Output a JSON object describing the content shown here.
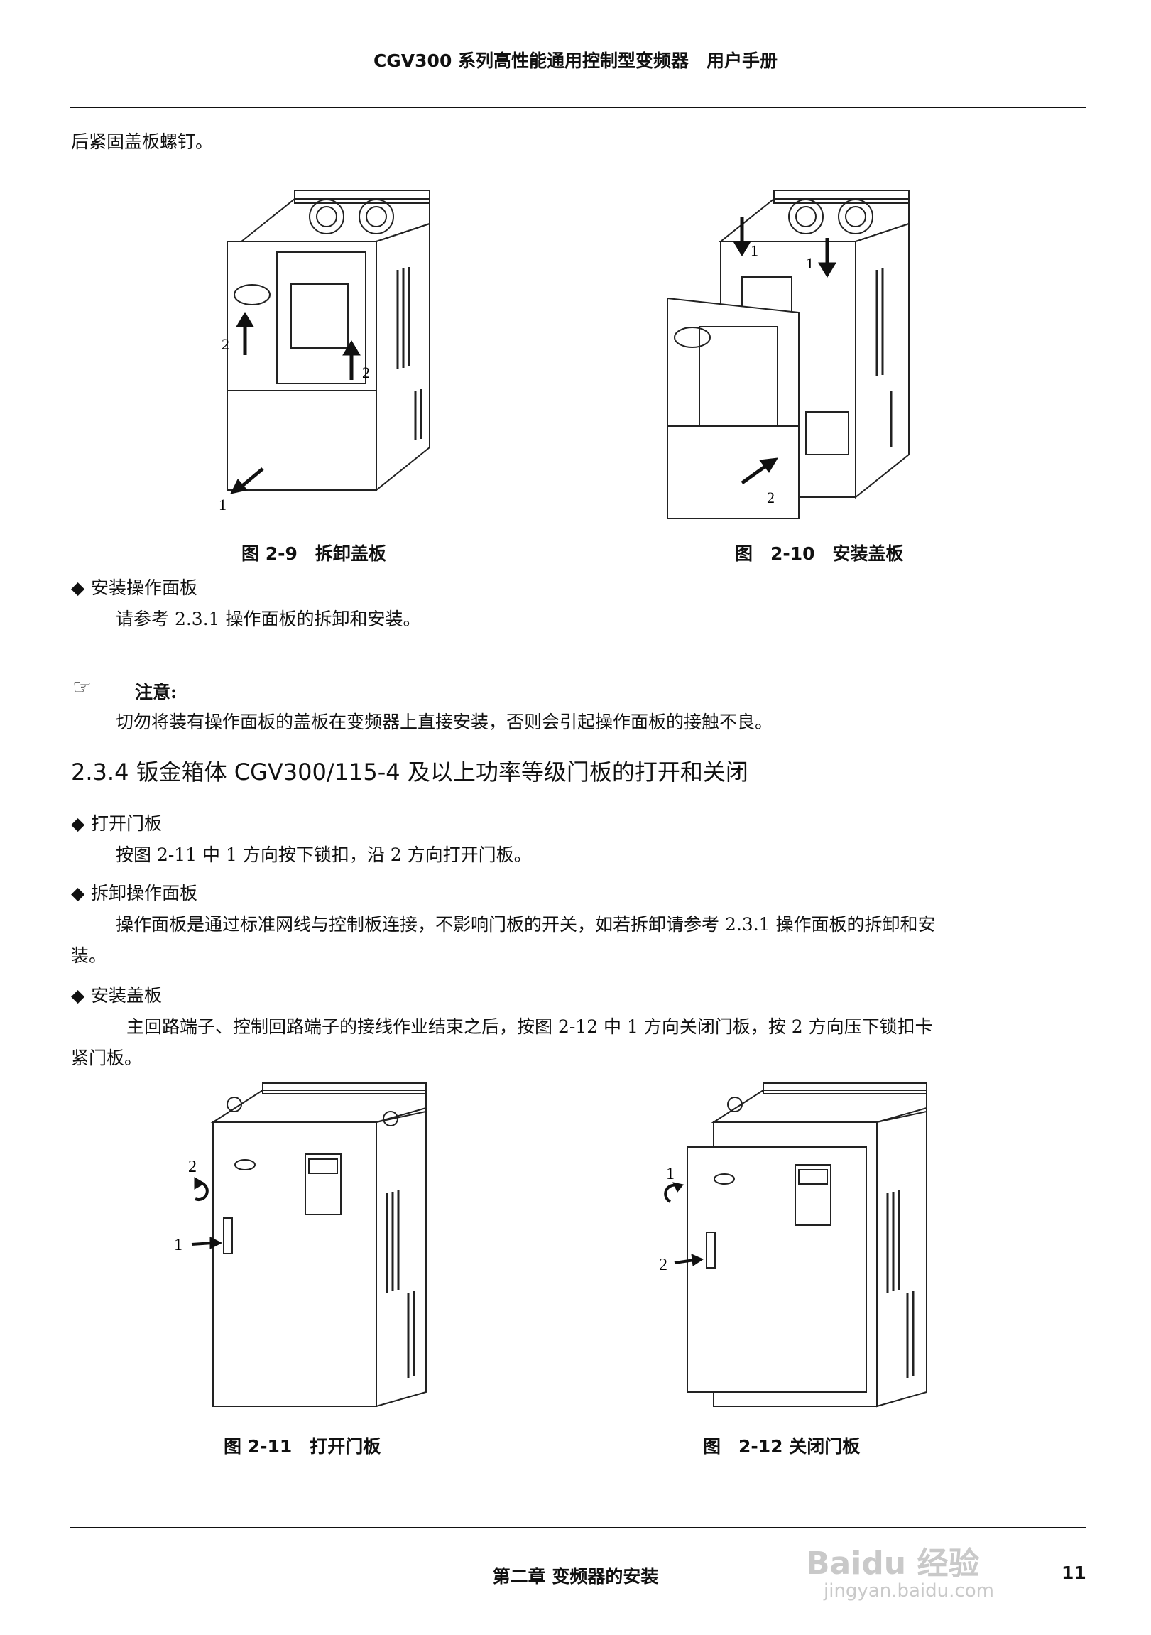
{
  "header": {
    "title": "CGV300 系列高性能通用控制型变频器　用户手册"
  },
  "intro_text": "后紧固盖板螺钉。",
  "figures_top": [
    {
      "caption": "图 2-9　拆卸盖板",
      "labels": [
        "1",
        "2",
        "2"
      ]
    },
    {
      "caption": "图　2-10　安装盖板",
      "labels": [
        "1",
        "1",
        "2"
      ]
    }
  ],
  "section_install_panel": {
    "bullet": "◆",
    "title": "安装操作面板",
    "body": "请参考 2.3.1 操作面板的拆卸和安装。"
  },
  "note": {
    "icon": "pointing-hand-icon",
    "title": "注意:",
    "body": "切勿将装有操作面板的盖板在变频器上直接安装，否则会引起操作面板的接触不良。"
  },
  "heading": "2.3.4 钣金箱体 CGV300/115-4 及以上功率等级门板的打开和关闭",
  "items": [
    {
      "bullet": "◆",
      "title": "打开门板",
      "body": "按图 2-11 中 1 方向按下锁扣，沿 2 方向打开门板。"
    },
    {
      "bullet": "◆",
      "title": "拆卸操作面板",
      "body_line1": "操作面板是通过标准网线与控制板连接，不影响门板的开关，如若拆卸请参考 2.3.1 操作面板的拆卸和安",
      "body_line2": "装。"
    },
    {
      "bullet": "◆",
      "title": "安装盖板",
      "body_line1": "主回路端子、控制回路端子的接线作业结束之后，按图 2-12 中 1 方向关闭门板，按 2 方向压下锁扣卡",
      "body_line2": "紧门板。"
    }
  ],
  "figures_bottom": [
    {
      "caption": "图 2-11　打开门板",
      "labels": [
        "2",
        "1"
      ]
    },
    {
      "caption": "图　2-12 关闭门板",
      "labels": [
        "1",
        "2"
      ]
    }
  ],
  "footer": {
    "chapter": "第二章 变频器的安装",
    "page": "11"
  },
  "watermark": {
    "brand": "Baidu 经验",
    "url": "jingyan.baidu.com"
  }
}
